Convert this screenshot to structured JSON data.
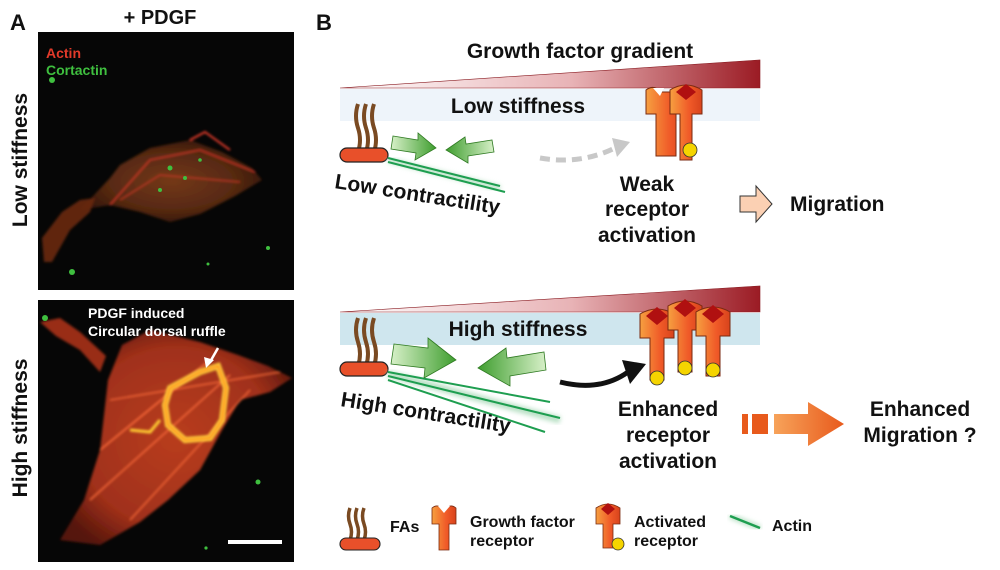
{
  "panel_a": {
    "letter": "A",
    "condition": "+ PDGF",
    "row_low": "Low stiffness",
    "row_high": "High stiffness",
    "stain_actin": "Actin",
    "stain_cortactin": "Cortactin",
    "annotation_line1": "PDGF induced",
    "annotation_line2": "Circular dorsal ruffle",
    "colors": {
      "actin": "#e23a2a",
      "cortactin": "#3fbf3f",
      "background": "#060606"
    }
  },
  "panel_b": {
    "letter": "B",
    "gradient_title": "Growth factor gradient",
    "low": {
      "substrate": "Low stiffness",
      "contractility": "Low contractility",
      "receptor_line1": "Weak",
      "receptor_line2": "receptor",
      "receptor_line3": "activation",
      "outcome": "Migration"
    },
    "high": {
      "substrate": "High stiffness",
      "contractility": "High contractility",
      "receptor_line1": "Enhanced",
      "receptor_line2": "receptor",
      "receptor_line3": "activation",
      "outcome_line1": "Enhanced",
      "outcome_line2": "Migration ?"
    },
    "legend": {
      "fas": "FAs",
      "gf_line1": "Growth factor",
      "gf_line2": "receptor",
      "act_line1": "Activated",
      "act_line2": "receptor",
      "actin": "Actin"
    },
    "colors": {
      "gradient_start": "#ffffff",
      "gradient_end": "#9b1b24",
      "low_band": "#eef4fa",
      "high_band": "#cfe6ee",
      "receptor": "#f05a28",
      "ligand": "#f5d400",
      "actin": "#1e9e50",
      "fa_brown": "#7a4a22",
      "arrow_green": "#58b947"
    }
  }
}
